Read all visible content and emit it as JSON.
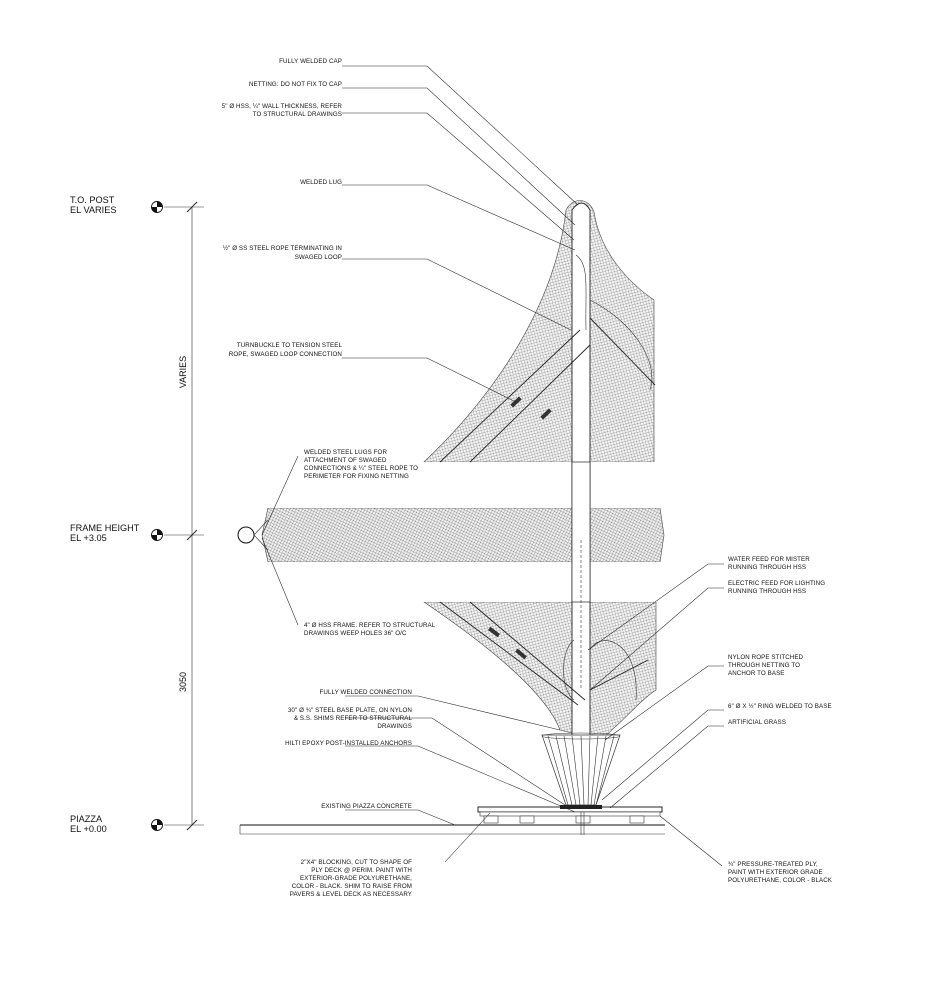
{
  "levels": {
    "top_post": {
      "name": "T.O. POST",
      "elev": "EL VARIES"
    },
    "frame_height": {
      "name": "FRAME HEIGHT",
      "elev": "EL +3.05"
    },
    "piazza": {
      "name": "PIAZZA",
      "elev": "EL +0.00"
    }
  },
  "dimensions": {
    "upper": "VARIES",
    "lower": "3050"
  },
  "callouts": {
    "cap": [
      "FULLY WELDED CAP"
    ],
    "netting": [
      "NETTING: DO NOT FIX TO CAP"
    ],
    "hss": [
      "5\" Ø HSS, ¼\" WALL THICKNESS, REFER",
      "TO STRUCTURAL DRAWINGS"
    ],
    "lug": [
      "WELDED LUG"
    ],
    "rope": [
      "½\" Ø SS STEEL ROPE TERMINATING IN",
      "SWAGED LOOP"
    ],
    "turnbuckle": [
      "TURNBUCKLE TO TENSION STEEL",
      "ROPE, SWAGED LOOP CONNECTION"
    ],
    "lugs_frame": [
      "WELDED STEEL LUGS FOR",
      "ATTACHMENT OF SWAGED",
      "CONNECTIONS & ¼\" STEEL ROPE TO",
      "PERIMETER FOR FIXING NETTING"
    ],
    "frame": [
      "4\" Ø HSS FRAME. REFER TO STRUCTURAL",
      "DRAWINGS WEEP HOLES 36\" O/C"
    ],
    "welded_conn": [
      "FULLY WELDED CONNECTION"
    ],
    "base_plate": [
      "30\" Ø ¾\" STEEL BASE PLATE, ON NYLON",
      "& S.S. SHIMS REFER TO STRUCTURAL",
      "DRAWINGS"
    ],
    "anchors": [
      "HILTI EPOXY POST-INSTALLED ANCHORS"
    ],
    "concrete": [
      "EXISTING PIAZZA CONCRETE"
    ],
    "blocking": [
      "2\"X4\" BLOCKING, CUT TO SHAPE OF",
      "PLY DECK @ PERIM. PAINT WITH",
      "EXTERIOR-GRADE POLYURETHANE,",
      "COLOR - BLACK. SHIM TO RAISE FROM",
      "PAVERS & LEVEL DECK AS NECESSARY"
    ],
    "water": [
      "WATER FEED FOR MISTER",
      "RUNNING THROUGH HSS"
    ],
    "electric": [
      "ELECTRIC FEED FOR LIGHTING",
      "RUNNING THROUGH HSS"
    ],
    "nylon": [
      "NYLON ROPE STITCHED",
      "THROUGH NETTING TO",
      "ANCHOR TO BASE"
    ],
    "ring": [
      "6\" Ø X ½\" RING WELDED TO BASE"
    ],
    "grass": [
      "ARTIFICIAL GRASS"
    ],
    "ply": [
      "¾\" PRESSURE-TREATED PLY,",
      "PAINT WITH EXTERIOR GRADE",
      "POLYURETHANE, COLOR - BLACK"
    ]
  }
}
